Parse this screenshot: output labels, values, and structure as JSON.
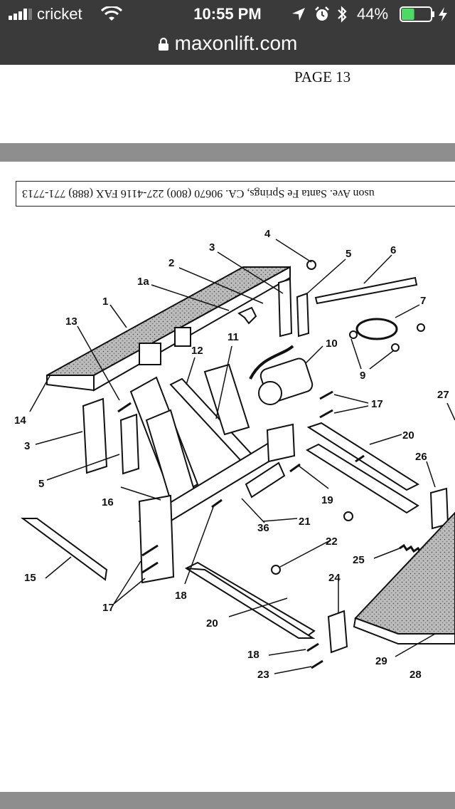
{
  "status_bar": {
    "carrier": "cricket",
    "time": "10:55 PM",
    "battery_percent": "44%",
    "battery_level": 0.44,
    "signal_icon": "signal-bars-icon",
    "wifi_icon": "wifi-icon",
    "location_icon": "location-arrow-icon",
    "alarm_icon": "alarm-clock-icon",
    "bluetooth_icon": "bluetooth-icon",
    "battery_icon": "battery-icon",
    "charging_icon": "charging-bolt-icon",
    "battery_color": "#4cd964"
  },
  "browser": {
    "url": "maxonlift.com",
    "lock_icon": "lock-icon"
  },
  "document": {
    "page_label": "PAGE 13",
    "header_text": "uson Ave.  Santa Fe Springs, CA.  90670  (800) 227-4116  FAX (888) 771-7713"
  },
  "diagram": {
    "part_labels": [
      "1",
      "1a",
      "2",
      "3",
      "4",
      "5",
      "6",
      "7",
      "9",
      "10",
      "11",
      "12",
      "13",
      "14",
      "3",
      "5",
      "16",
      "15",
      "17",
      "18",
      "20",
      "36",
      "21",
      "22",
      "19",
      "17",
      "20",
      "26",
      "27",
      "25",
      "24",
      "18",
      "23",
      "29",
      "28",
      "17"
    ]
  }
}
